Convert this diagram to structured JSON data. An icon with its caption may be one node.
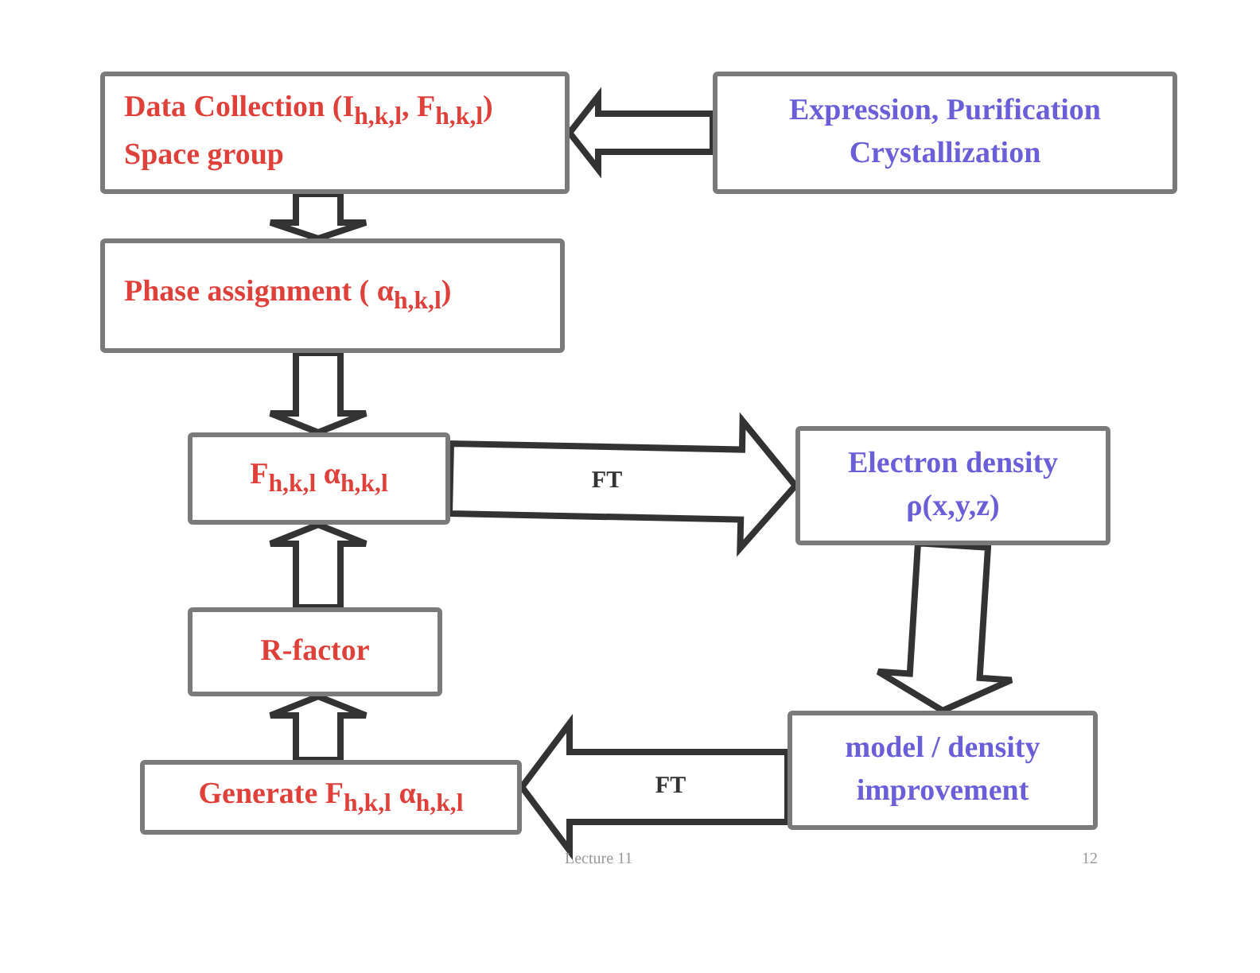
{
  "diagram": {
    "nodes": [
      {
        "text": [
          "Data Collection (I$_{h,k,l}$, F$_{h,k,l}$) Space group"
        ]
      },
      {
        "text": [
          "Expression, Purification Crystallization"
        ]
      },
      {
        "text": [
          "Phase assignment ( α$_{h,k,l}$)"
        ]
      },
      {
        "text": [
          "F$_{h,k,l}$   α$_{h,k,l}$"
        ]
      },
      {
        "text": [
          "Electron density ρ(x,y,z)"
        ]
      },
      {
        "text": [
          "R-factor"
        ]
      },
      {
        "text": [
          "model / density improvement"
        ]
      },
      {
        "text": [
          "Generate F$_{h,k,l}$  α$_{h,k,l}$"
        ]
      }
    ],
    "edges": [
      {
        "from": 1,
        "to": 0,
        "arrow": "to"
      },
      {
        "from": 0,
        "to": 2,
        "arrow": "to"
      },
      {
        "from": 2,
        "to": 3,
        "arrow": "to"
      },
      {
        "from": 3,
        "to": 4,
        "arrow": "to",
        "label": "FT"
      },
      {
        "from": 4,
        "to": 6,
        "arrow": "to"
      },
      {
        "from": 6,
        "to": 7,
        "arrow": "to",
        "label": "FT"
      },
      {
        "from": 7,
        "to": 5,
        "arrow": "to"
      },
      {
        "from": 5,
        "to": 3,
        "arrow": "to"
      }
    ],
    "labels": [
      "Lecture 11",
      "12"
    ]
  }
}
